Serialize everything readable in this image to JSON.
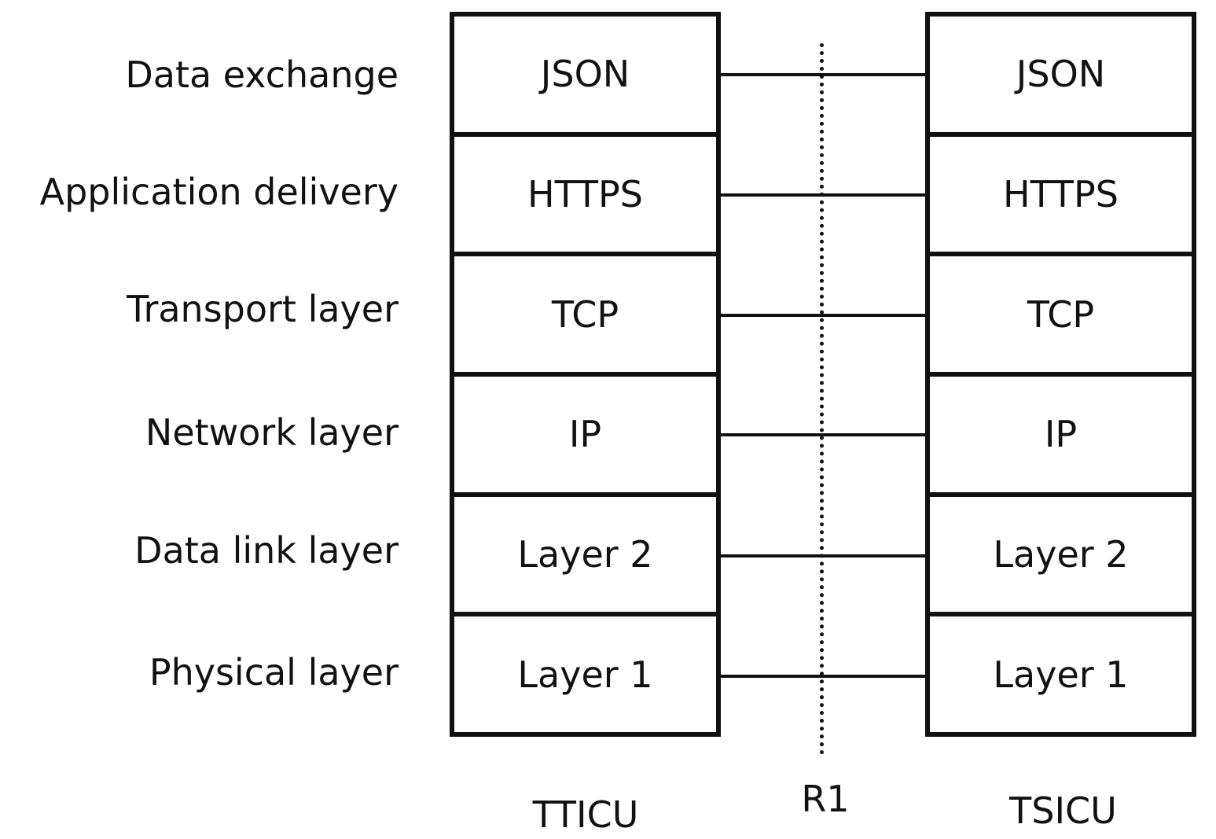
{
  "layers": [
    {
      "name": "Data exchange",
      "left": "JSON",
      "right": "JSON"
    },
    {
      "name": "Application delivery",
      "left": "HTTPS",
      "right": "HTTPS"
    },
    {
      "name": "Transport layer",
      "left": "TCP",
      "right": "TCP"
    },
    {
      "name": "Network layer",
      "left": "IP",
      "right": "IP"
    },
    {
      "name": "Data link layer",
      "left": "Layer 2",
      "right": "Layer 2"
    },
    {
      "name": "Physical layer",
      "left": "Layer 1",
      "right": "Layer 1"
    }
  ],
  "left_endpoint": "TTICU",
  "right_endpoint": "TSICU",
  "reference_point": "R1"
}
